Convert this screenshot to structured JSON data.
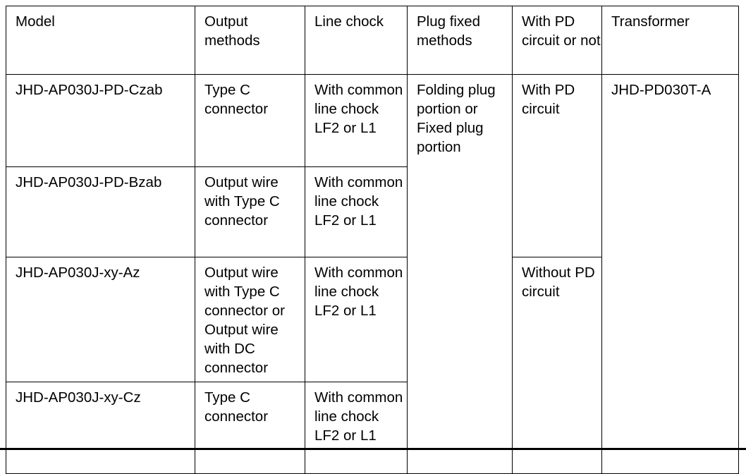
{
  "table": {
    "name": "model-specification-table",
    "columns": [
      {
        "key": "model",
        "label": "Model"
      },
      {
        "key": "output",
        "label": "Output\nmethods"
      },
      {
        "key": "chock",
        "label": "Line chock"
      },
      {
        "key": "plug",
        "label": "Plug fixed\nmethods"
      },
      {
        "key": "pd",
        "label": "With PD\ncircuit or\nnot"
      },
      {
        "key": "transformer",
        "label": "Transformer"
      }
    ],
    "headers": {
      "model": "Model",
      "output_methods": "Output methods",
      "line_chock": "Line chock",
      "plug_fixed_methods": "Plug fixed methods",
      "pd_circuit": "With PD circuit or not",
      "transformer": "Transformer"
    },
    "rows": [
      {
        "model": "JHD-AP030J-PD-Czab",
        "output_methods": "Type C connector",
        "line_chock": "With common line chock LF2 or L1",
        "plug_fixed_methods": "Folding plug portion or Fixed plug portion",
        "pd_circuit": "With PD circuit",
        "transformer": "JHD-PD030T-A"
      },
      {
        "model": "JHD-AP030J-PD-Bzab",
        "output_methods": "Output wire with Type C connector",
        "line_chock": "With common line chock LF2 or L1",
        "plug_fixed_methods": "",
        "pd_circuit": "",
        "transformer": ""
      },
      {
        "model": "JHD-AP030J-xy-Az",
        "output_methods": "Output wire with Type C connector or Output wire with DC connector",
        "line_chock": "With common line chock LF2 or L1",
        "plug_fixed_methods": "",
        "pd_circuit": "Without PD circuit",
        "transformer": ""
      },
      {
        "model": "JHD-AP030J-xy-Cz",
        "output_methods": "Type C connector",
        "line_chock": "With common line chock LF2 or L1",
        "plug_fixed_methods": "",
        "pd_circuit": "",
        "transformer": ""
      }
    ],
    "merged_cells": {
      "plug_fixed_methods_rowspan": 4,
      "with_pd_circuit_rowspan": 2,
      "without_pd_circuit_rowspan": 2,
      "transformer_rowspan": 4
    }
  },
  "colors": {
    "border": "#000000",
    "text": "#000000",
    "background": "#ffffff"
  }
}
